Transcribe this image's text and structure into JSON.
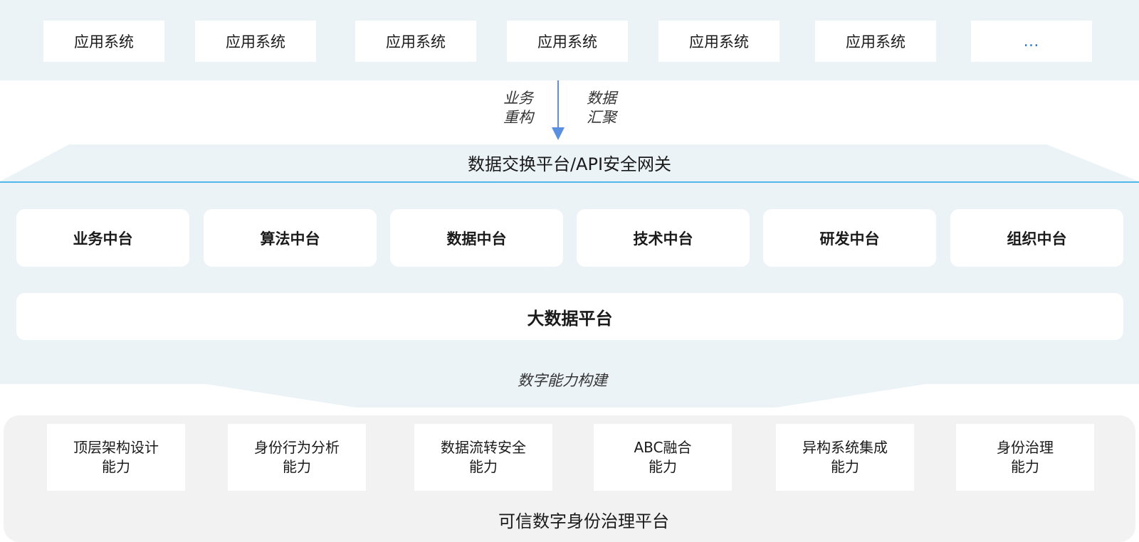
{
  "app_systems": [
    "应用系统",
    "应用系统",
    "应用系统",
    "应用系统",
    "应用系统",
    "应用系统",
    "…"
  ],
  "flow": {
    "left_label_line1": "业务",
    "left_label_line2": "重构",
    "right_label_line1": "数据",
    "right_label_line2": "汇聚"
  },
  "exchange_platform": "数据交换平台/API安全网关",
  "hubs": [
    "业务中台",
    "算法中台",
    "数据中台",
    "技术中台",
    "研发中台",
    "组织中台"
  ],
  "big_data_platform": "大数据平台",
  "capability_building": "数字能力构建",
  "capabilities": [
    "顶层架构设计\n能力",
    "身份行为分析\n能力",
    "数据流转安全\n能力",
    "ABC融合\n能力",
    "异构系统集成\n能力",
    "身份治理\n能力"
  ],
  "bottom_platform": "可信数字身份治理平台",
  "colors": {
    "band_bg": "#ebf3f7",
    "divider_line": "#4db8ea",
    "arrow": "#5b8fe0",
    "bottom_bg": "#f2f2f2",
    "ellipsis": "#2a7bd3"
  }
}
